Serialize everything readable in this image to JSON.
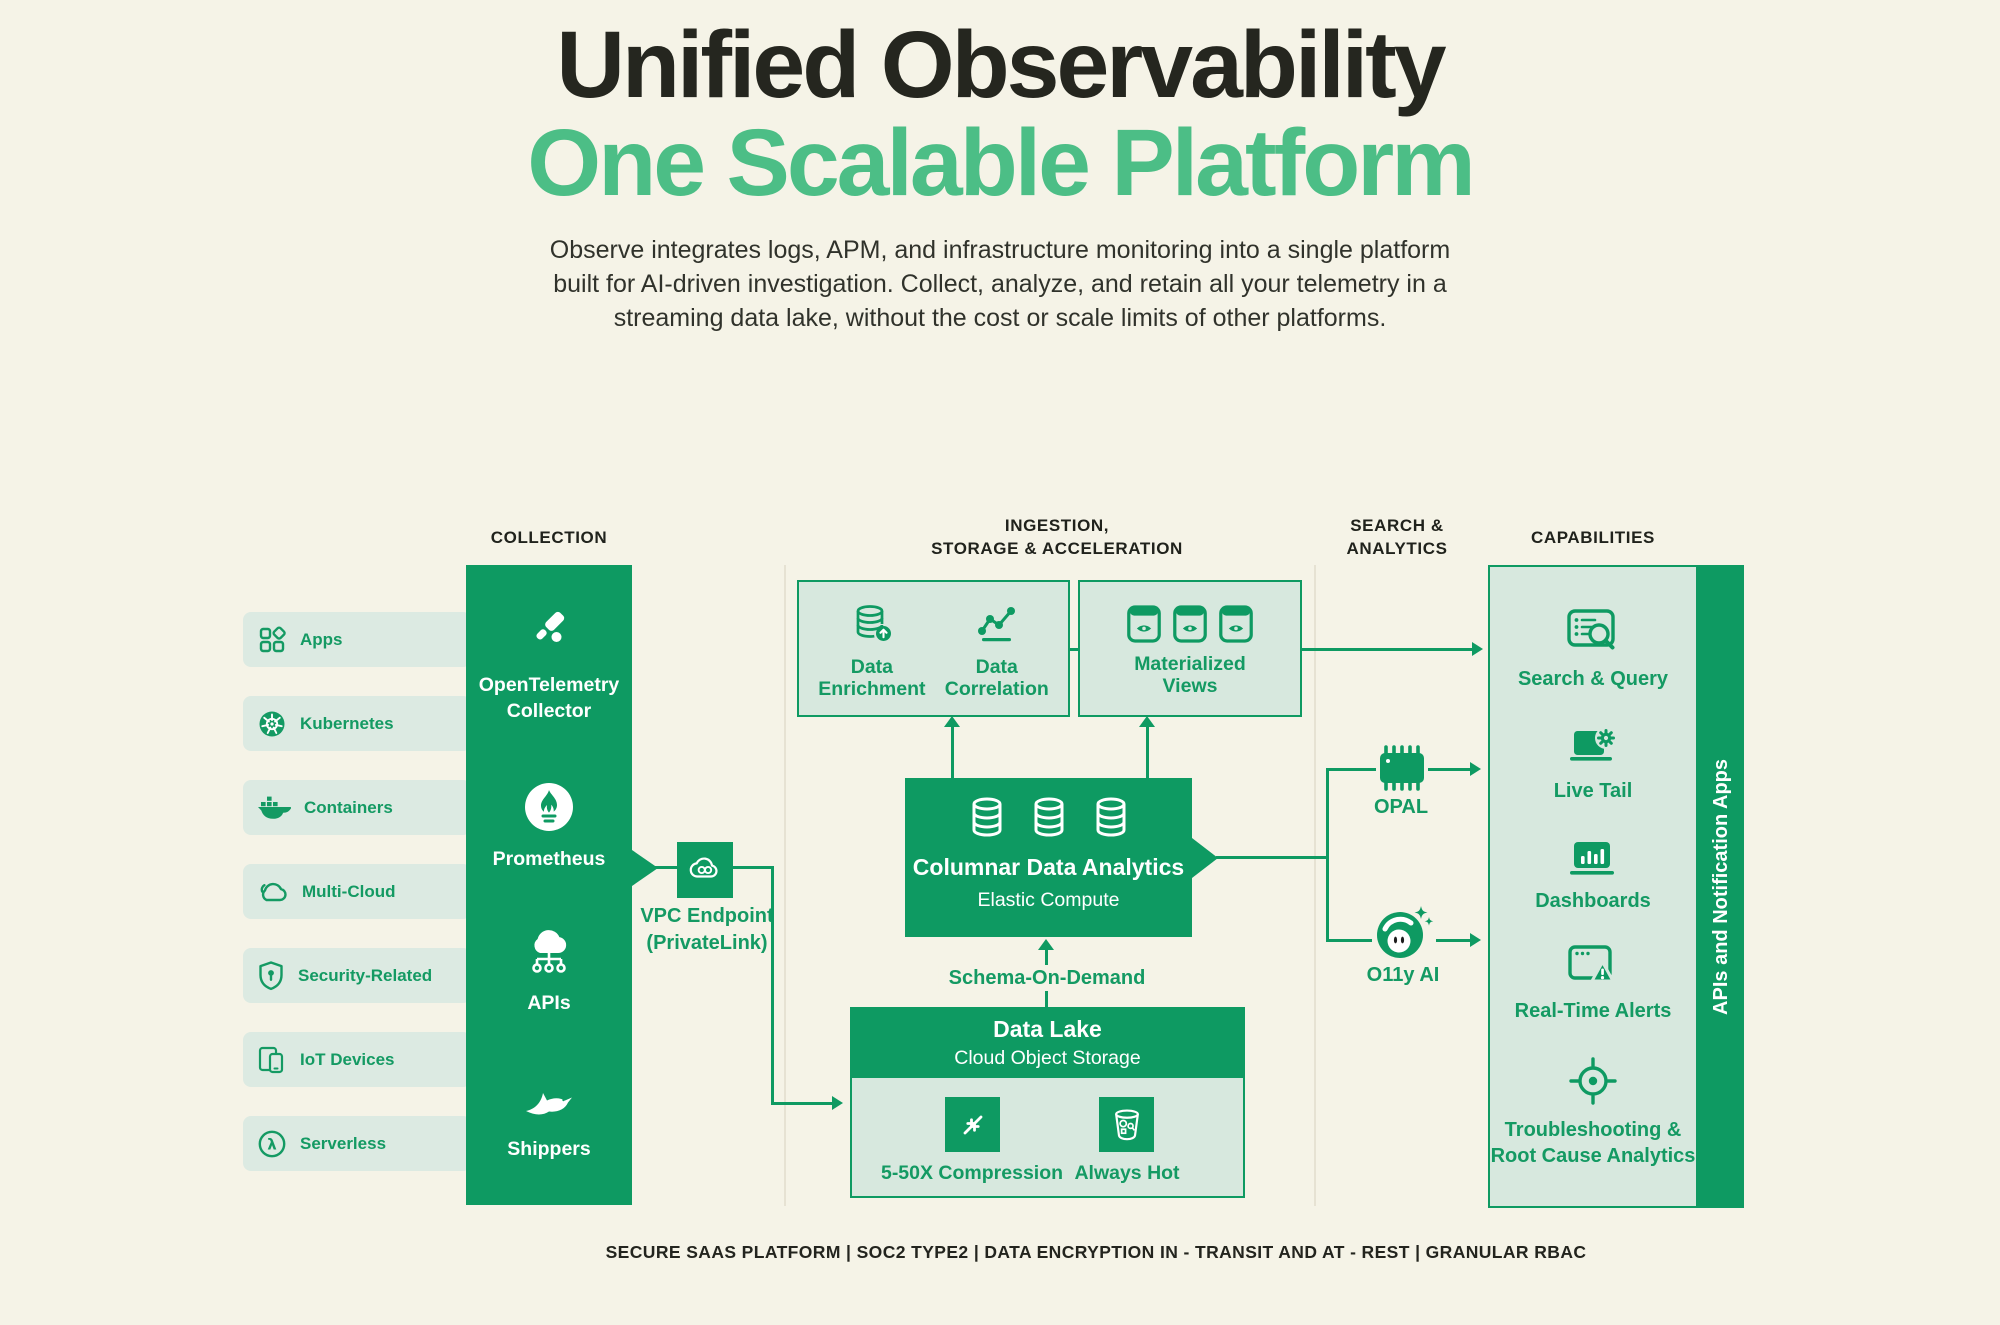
{
  "colors": {
    "background": "#F5F3E7",
    "accent_green": "#0E9A62",
    "title_green": "#4CBE86",
    "panel_light_green": "#D7E8DE",
    "row_light_green": "#DCEAE2",
    "dark_text": "#25261F"
  },
  "header": {
    "title_line1": "Unified Observability",
    "title_line2": "One Scalable Platform",
    "description": "Observe integrates logs, APM, and infrastructure monitoring into a single platform\nbuilt for AI-driven investigation. Collect, analyze, and retain all your telemetry in a\nstreaming data lake, without the cost or scale limits of other platforms."
  },
  "column_headers": {
    "collection": "COLLECTION",
    "ingestion": "INGESTION,\nSTORAGE & ACCELERATION",
    "search": "SEARCH &\nANALYTICS",
    "capabilities": "CAPABILITIES"
  },
  "sources": [
    {
      "label": "Apps",
      "icon": "apps-grid-icon"
    },
    {
      "label": "Kubernetes",
      "icon": "kubernetes-helm-icon"
    },
    {
      "label": "Containers",
      "icon": "docker-whale-icon"
    },
    {
      "label": "Multi-Cloud",
      "icon": "cloud-icon"
    },
    {
      "label": "Security-Related",
      "icon": "shield-keyhole-icon"
    },
    {
      "label": "IoT Devices",
      "icon": "devices-icon"
    },
    {
      "label": "Serverless",
      "icon": "lambda-circle-icon"
    }
  ],
  "collection": {
    "items": [
      {
        "label": "OpenTelemetry\nCollector",
        "icon": "telescope-icon"
      },
      {
        "label": "Prometheus",
        "icon": "prometheus-torch-icon"
      },
      {
        "label": "APIs",
        "icon": "cloud-network-icon"
      },
      {
        "label": "Shippers",
        "icon": "bird-icon"
      }
    ]
  },
  "vpc": {
    "label": "VPC Endpoint\n(PrivateLink)",
    "icon": "cloud-link-icon"
  },
  "ingestion": {
    "enrichment_label": "Data\nEnrichment",
    "correlation_label": "Data\nCorrelation",
    "materialized_label": "Materialized\nViews",
    "columnar_title": "Columnar Data Analytics",
    "columnar_subtitle": "Elastic Compute",
    "schema_label": "Schema-On-Demand",
    "data_lake_title": "Data Lake",
    "data_lake_subtitle": "Cloud Object Storage",
    "compression_label": "5-50X Compression",
    "always_hot_label": "Always Hot"
  },
  "search_analytics": {
    "opal_label": "OPAL",
    "o11y_label": "O11y AI"
  },
  "capabilities": {
    "items": [
      {
        "label": "Search & Query",
        "icon": "search-query-icon"
      },
      {
        "label": "Live Tail",
        "icon": "live-tail-icon"
      },
      {
        "label": "Dashboards",
        "icon": "dashboards-icon"
      },
      {
        "label": "Real-Time Alerts",
        "icon": "realtime-alerts-icon"
      },
      {
        "label": "Troubleshooting &\nRoot Cause Analytics",
        "icon": "target-icon"
      }
    ],
    "side_bar_label": "APIs and Notification Apps"
  },
  "footer": {
    "text": "SECURE SAAS PLATFORM | SOC2 TYPE2 | DATA ENCRYPTION IN - TRANSIT AND AT - REST | GRANULAR RBAC"
  }
}
